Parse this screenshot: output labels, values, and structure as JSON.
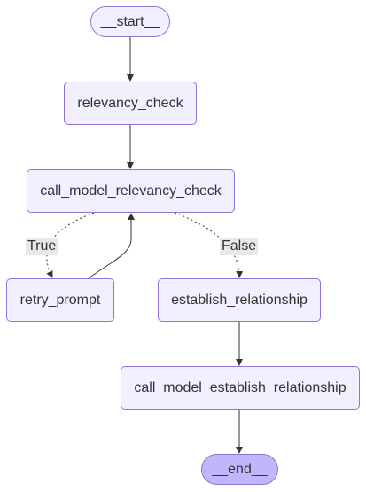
{
  "diagram": {
    "type": "flowchart",
    "colors": {
      "node_fill": "#f2f0ff",
      "node_border": "#9370db",
      "end_fill": "#bfb6fc",
      "edge": "#333333",
      "edge_label_bg": "#e8e8e8",
      "text": "#333333"
    },
    "nodes": {
      "start": "__start__",
      "relevancy_check": "relevancy_check",
      "call_model_relevancy_check": "call_model_relevancy_check",
      "retry_prompt": "retry_prompt",
      "establish_relationship": "establish_relationship",
      "call_model_establish_relationship": "call_model_establish_relationship",
      "end": "__end__"
    },
    "edges": [
      {
        "from": "start",
        "to": "relevancy_check",
        "style": "solid"
      },
      {
        "from": "relevancy_check",
        "to": "call_model_relevancy_check",
        "style": "solid"
      },
      {
        "from": "call_model_relevancy_check",
        "to": "retry_prompt",
        "style": "dotted",
        "label": "True"
      },
      {
        "from": "retry_prompt",
        "to": "call_model_relevancy_check",
        "style": "solid"
      },
      {
        "from": "call_model_relevancy_check",
        "to": "establish_relationship",
        "style": "dotted",
        "label": "False"
      },
      {
        "from": "establish_relationship",
        "to": "call_model_establish_relationship",
        "style": "solid"
      },
      {
        "from": "call_model_establish_relationship",
        "to": "end",
        "style": "solid"
      }
    ],
    "edge_labels": {
      "true": "True",
      "false": "False"
    }
  }
}
